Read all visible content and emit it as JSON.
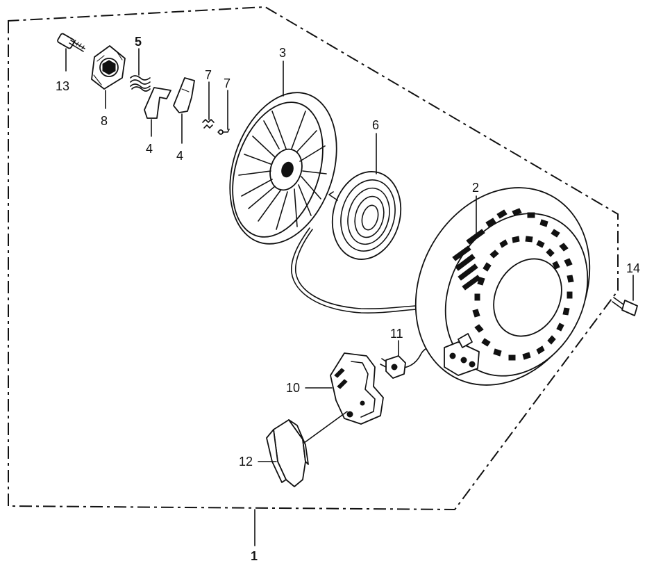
{
  "labels": {
    "assembly": "1",
    "case": "2",
    "reel": "3",
    "pawl_left": "4",
    "pawl_right": "4",
    "pawl_spring": "5",
    "recoil_spring": "6",
    "pawl_spring_wire_left": "7",
    "pawl_spring_wire_right": "7",
    "ratchet_cam": "8",
    "handle_grip": "10",
    "rope_stopper": "11",
    "handle_cover": "12",
    "center_screw": "13",
    "flange_bolt": "14"
  }
}
